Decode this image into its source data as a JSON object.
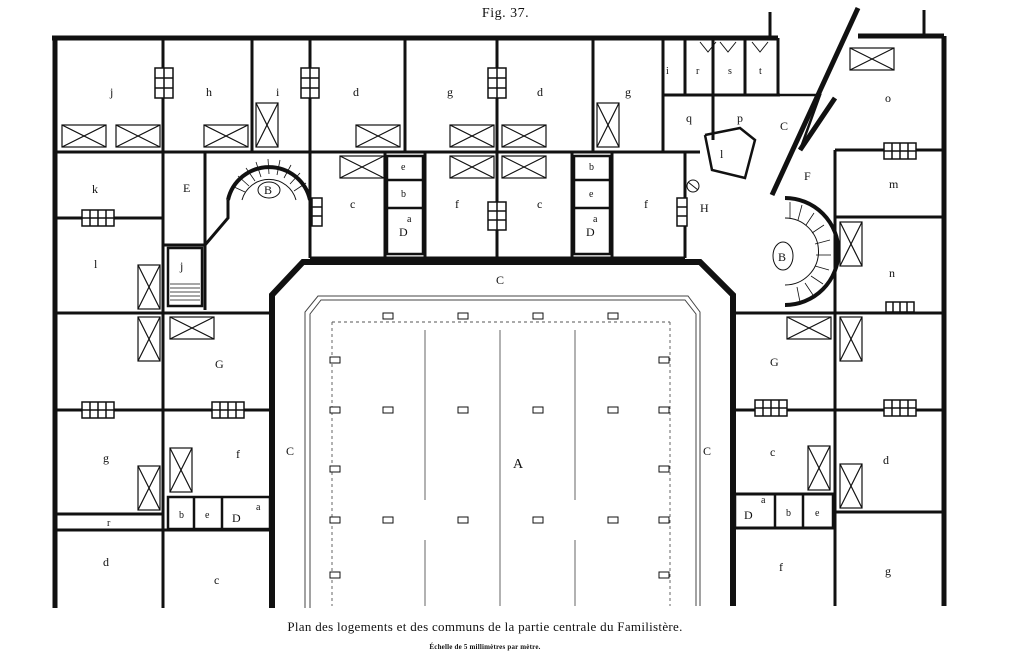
{
  "figure_label": "Fig. 37.",
  "caption": "Plan des logements et des communs de la partie centrale du Familistère.",
  "scale_note": "Échelle de 5 millimètres par mètre.",
  "rooms": {
    "north_left": [
      "j",
      "h",
      "i",
      "d"
    ],
    "north_center": [
      "g",
      "d",
      "g"
    ],
    "north_right_small": [
      "i",
      "r",
      "s",
      "t",
      "q",
      "p",
      "l"
    ],
    "corridor_ne": "C",
    "far_right_top": "o",
    "left_wing": [
      "k",
      "E",
      "B",
      "l",
      "j",
      "G",
      "g",
      "f",
      "r",
      "d",
      "c"
    ],
    "small_left": [
      "b",
      "e",
      "D",
      "a"
    ],
    "inner_north": [
      "c",
      "e",
      "b",
      "a",
      "D",
      "f",
      "c",
      "b",
      "e",
      "a",
      "D",
      "f"
    ],
    "corridors": [
      "C",
      "C",
      "C",
      "H"
    ],
    "courtyard": "A",
    "right_wing": [
      "F",
      "m",
      "B",
      "n",
      "G",
      "c",
      "d",
      "f",
      "g"
    ],
    "small_right": [
      "D",
      "a",
      "b",
      "e"
    ]
  }
}
